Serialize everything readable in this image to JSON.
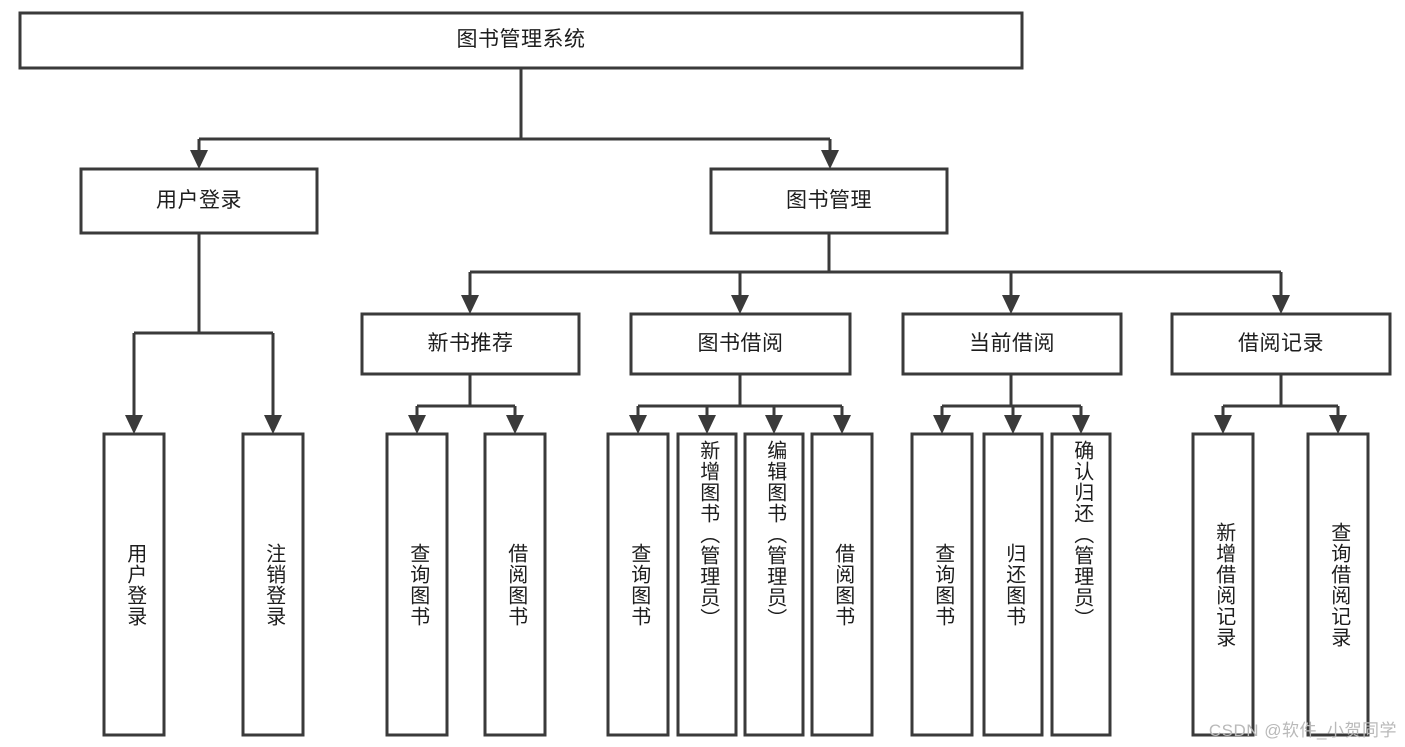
{
  "diagram": {
    "title": "图书管理系统",
    "type": "hierarchy-tree",
    "watermark": "CSDN @软件_小贺同学",
    "colors": {
      "stroke": "#3a3a3a",
      "fill": "#ffffff",
      "text": "#1d1d1d",
      "watermark": "#b9b9b9"
    },
    "nodes": {
      "root": {
        "label": "图书管理系统"
      },
      "level2": [
        {
          "id": "user-login",
          "label": "用户登录"
        },
        {
          "id": "book-manage",
          "label": "图书管理"
        }
      ],
      "level3": [
        {
          "id": "new-book-rec",
          "label": "新书推荐"
        },
        {
          "id": "book-borrow",
          "label": "图书借阅"
        },
        {
          "id": "current-borrow",
          "label": "当前借阅"
        },
        {
          "id": "borrow-record",
          "label": "借阅记录"
        }
      ],
      "leaves": {
        "user-login": [
          {
            "id": "leaf-user-login",
            "label": "用户登录"
          },
          {
            "id": "leaf-user-logout",
            "label": "注销登录"
          }
        ],
        "new-book-rec": [
          {
            "id": "leaf-query-book-1",
            "label": "查询图书"
          },
          {
            "id": "leaf-borrow-book-1",
            "label": "借阅图书"
          }
        ],
        "book-borrow": [
          {
            "id": "leaf-query-book-2",
            "label": "查询图书"
          },
          {
            "id": "leaf-add-book",
            "label": "新增图书（管理员）"
          },
          {
            "id": "leaf-edit-book",
            "label": "编辑图书（管理员）"
          },
          {
            "id": "leaf-borrow-book-2",
            "label": "借阅图书"
          }
        ],
        "current-borrow": [
          {
            "id": "leaf-query-book-3",
            "label": "查询图书"
          },
          {
            "id": "leaf-return-book",
            "label": "归还图书"
          },
          {
            "id": "leaf-confirm-return",
            "label": "确认归还（管理员）"
          }
        ],
        "borrow-record": [
          {
            "id": "leaf-add-record",
            "label": "新增借阅记录"
          },
          {
            "id": "leaf-query-record",
            "label": "查询借阅记录"
          }
        ]
      }
    }
  }
}
